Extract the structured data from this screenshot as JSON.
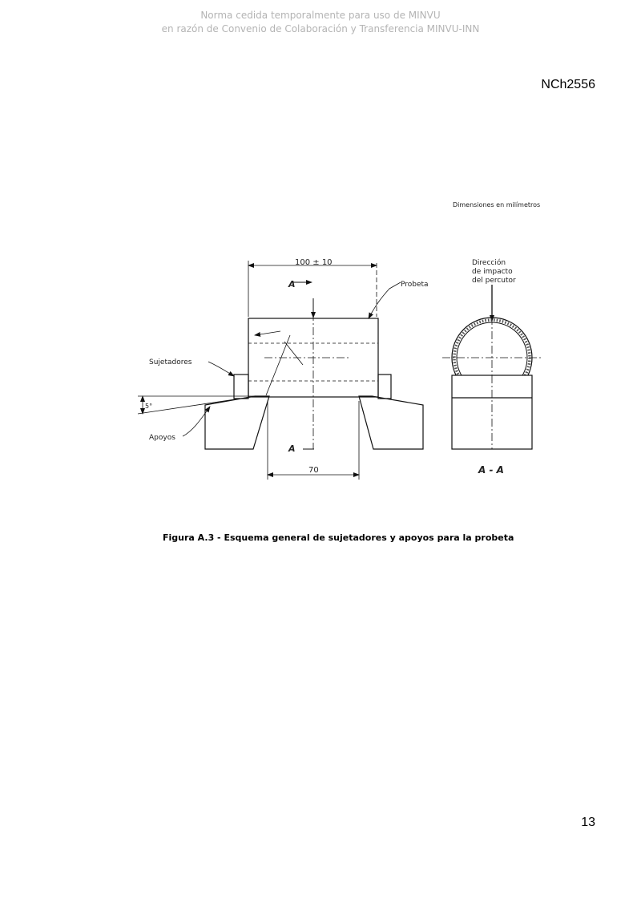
{
  "watermark": {
    "line1": "Norma cedida temporalmente para uso de MINVU",
    "line2": "en razón de Convenio de Colaboración y Transferencia MINVU-INN"
  },
  "header": {
    "standard_code": "NCh2556"
  },
  "figure": {
    "units_note": "Dimensiones en milímetros",
    "dim_length": "100 ± 10",
    "dim_support_gap": "70",
    "label_probeta": "Probeta",
    "label_sujetadores": "Sujetadores",
    "label_apoyos": "Apoyos",
    "label_angle": "5°",
    "label_direction": [
      "Dirección",
      "de impacto",
      "del percutor"
    ],
    "section_mark_top": "A",
    "section_mark_bottom": "A",
    "section_label": "A - A",
    "caption": "Figura A.3 - Esquema general de sujetadores y apoyos para la probeta"
  },
  "footer": {
    "page_number": "13"
  }
}
